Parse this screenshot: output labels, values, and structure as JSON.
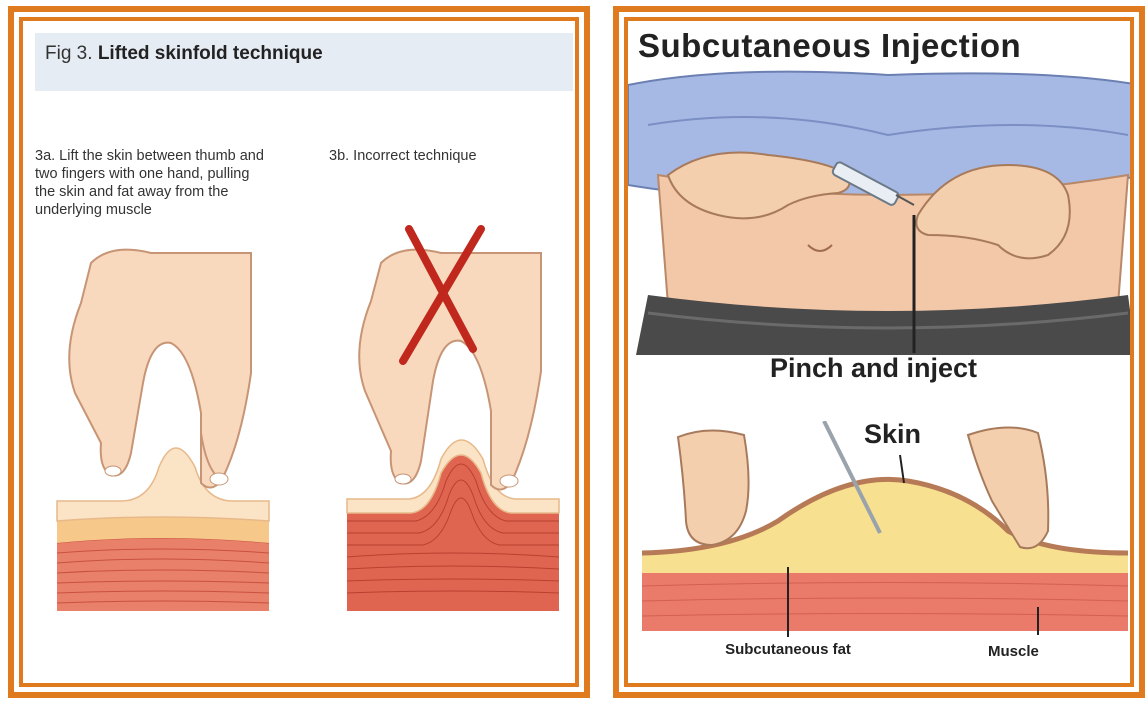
{
  "left_figure": {
    "fig_label": "Fig 3.",
    "title": "Lifted skinfold technique",
    "caption_a": "3a. Lift the skin between thumb and two fingers with one hand, pulling the skin and fat away from the underlying muscle",
    "caption_b": "3b. Incorrect technique"
  },
  "right_figure": {
    "title": "Subcutaneous Injection",
    "label_pinch": "Pinch and inject",
    "label_skin": "Skin",
    "label_fat": "Subcutaneous fat",
    "label_muscle": "Muscle"
  },
  "colors": {
    "frame": "#e07a1f",
    "header_bg": "#e6ecf4",
    "skin": "#f7d2b0",
    "fat": "#f6d89a",
    "muscle": "#e46e5a",
    "cross": "#c0281e",
    "shirt": "#9db2e0"
  }
}
